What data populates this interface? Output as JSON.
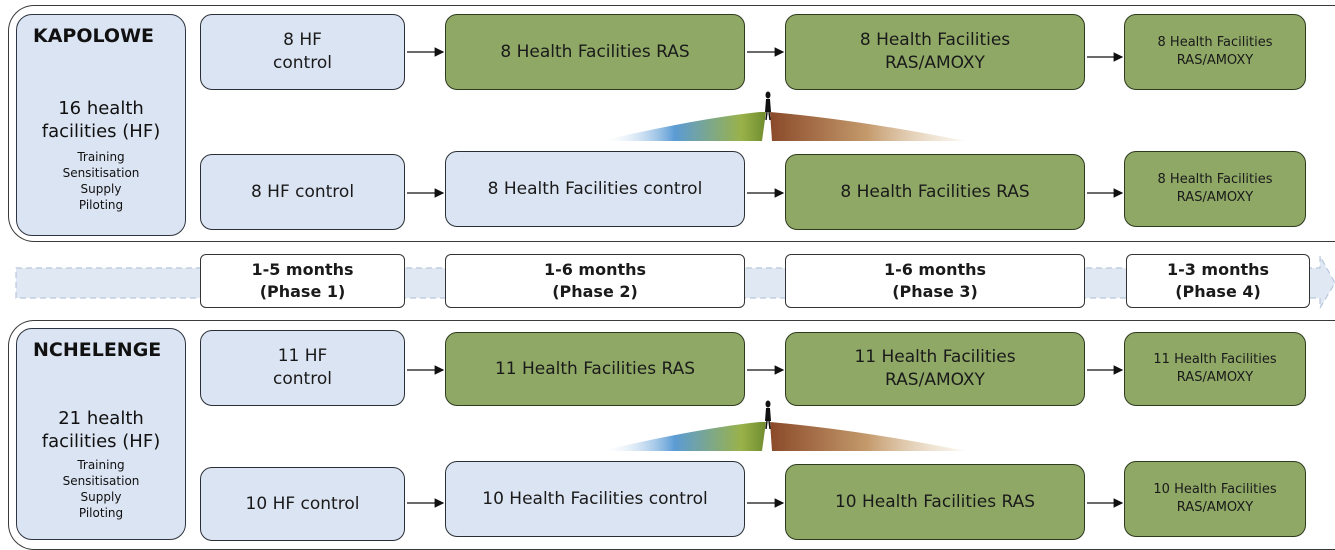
{
  "kapolowe": {
    "name": "KAPOLOWE",
    "hf_count_l1": "16 health",
    "hf_count_l2": "facilities (HF)",
    "activities": [
      "Training",
      "Sensitisation",
      "Supply",
      "Piloting"
    ],
    "row1": {
      "control_l1": "8 HF",
      "control_l2": "control",
      "phase2": "8 Health Facilities RAS",
      "phase3_l1": "8 Health Facilities",
      "phase3_l2": "RAS/AMOXY",
      "phase4_l1": "8 Health Facilities",
      "phase4_l2": "RAS/AMOXY"
    },
    "row2": {
      "control": "8 HF control",
      "phase2": "8 Health Facilities control",
      "phase3": "8 Health Facilities RAS",
      "phase4_l1": "8 Health Facilities",
      "phase4_l2": "RAS/AMOXY"
    }
  },
  "nchelenge": {
    "name": "NCHELENGE",
    "hf_count_l1": "21 health",
    "hf_count_l2": "facilities (HF)",
    "activities": [
      "Training",
      "Sensitisation",
      "Supply",
      "Piloting"
    ],
    "row1": {
      "control_l1": "11 HF",
      "control_l2": "control",
      "phase2": "11 Health Facilities RAS",
      "phase3_l1": "11 Health Facilities",
      "phase3_l2": "RAS/AMOXY",
      "phase4_l1": "11 Health Facilities",
      "phase4_l2": "RAS/AMOXY"
    },
    "row2": {
      "control": "10 HF control",
      "phase2": "10 Health Facilities control",
      "phase3": "10 Health Facilities RAS",
      "phase4_l1": "10 Health Facilities",
      "phase4_l2": "RAS/AMOXY"
    }
  },
  "phases": [
    {
      "duration": "1-5 months",
      "label": "(Phase 1)"
    },
    {
      "duration": "1-6 months",
      "label": "(Phase 2)"
    },
    {
      "duration": "1-6 months",
      "label": "(Phase 3)"
    },
    {
      "duration": "1-3 months",
      "label": "(Phase 4)"
    }
  ],
  "colors": {
    "control_fill": "#dbe4f2",
    "ras_fill": "#8fa866",
    "timeline_arrow": "#dfe8f3"
  }
}
